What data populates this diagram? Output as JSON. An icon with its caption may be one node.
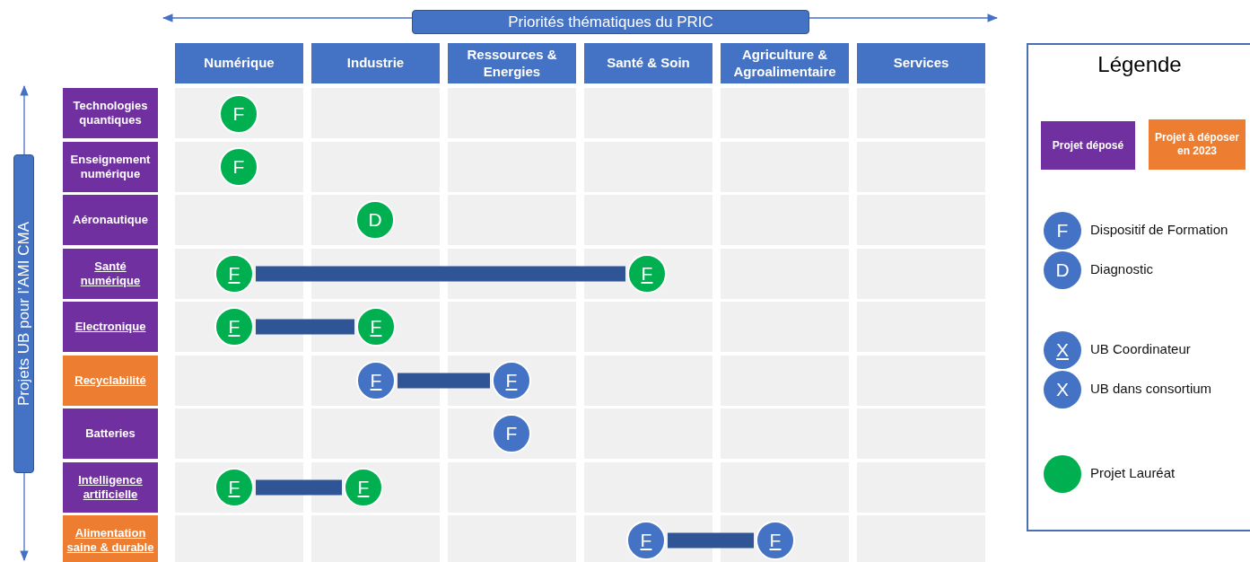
{
  "diagram": {
    "nodes": [
      {
        "text": [
          "Priorités thématiques du PRIC"
        ]
      },
      {
        "text": [
          "Numérique"
        ]
      },
      {
        "text": [
          "Industrie"
        ]
      },
      {
        "text": [
          "Ressources & Energies"
        ]
      },
      {
        "text": [
          "Santé & Soin"
        ]
      },
      {
        "text": [
          "Agriculture & Agroalimentaire"
        ]
      },
      {
        "text": [
          "Services"
        ]
      },
      {
        "text": [
          "Projets UB pour l’AMI CMA"
        ]
      },
      {
        "text": [
          "Technologies quantiques"
        ]
      },
      {
        "text": [
          "Enseignement numérique"
        ]
      },
      {
        "text": [
          "Aéronautique"
        ]
      },
      {
        "text": [
          "Santé numérique"
        ]
      },
      {
        "text": [
          "Electronique"
        ]
      },
      {
        "text": [
          "Recyclabilité"
        ]
      },
      {
        "text": [
          "Batteries"
        ]
      },
      {
        "text": [
          "Intelligence artificielle"
        ]
      },
      {
        "text": [
          "Alimentation saine & durable"
        ]
      },
      {
        "text": [
          "F"
        ]
      },
      {
        "text": [
          "F"
        ]
      },
      {
        "text": [
          "D"
        ]
      },
      {
        "text": [
          "F"
        ]
      },
      {
        "text": [
          "F"
        ]
      },
      {
        "text": [
          "F"
        ]
      },
      {
        "text": [
          "F"
        ]
      },
      {
        "text": [
          "F"
        ]
      },
      {
        "text": [
          "F"
        ]
      },
      {
        "text": [
          "F"
        ]
      },
      {
        "text": [
          "F"
        ]
      },
      {
        "text": [
          "F"
        ]
      },
      {
        "text": [
          "F"
        ]
      },
      {
        "text": [
          "F"
        ]
      }
    ],
    "edges": [
      {
        "from": 20,
        "to": 21,
        "arrow": "none"
      },
      {
        "from": 22,
        "to": 23,
        "arrow": "none"
      },
      {
        "from": 24,
        "to": 25,
        "arrow": "none"
      },
      {
        "from": 27,
        "to": 28,
        "arrow": "none"
      },
      {
        "from": 29,
        "to": 30,
        "arrow": "none"
      }
    ],
    "labels": [
      "Légende",
      "F",
      "D",
      "X",
      "X"
    ],
    "legend": [
      {
        "text": "Projet déposé",
        "color": "#7030a0"
      },
      {
        "text": "Projet à déposer en 2023",
        "color": "#ed7d31"
      },
      {
        "text": "Dispositif de Formation"
      },
      {
        "text": "Diagnostic"
      },
      {
        "text": "UB Coordinateur"
      },
      {
        "text": "UB dans consortium"
      },
      {
        "text": "Projet Lauréat",
        "color": "#00b050"
      }
    ]
  }
}
